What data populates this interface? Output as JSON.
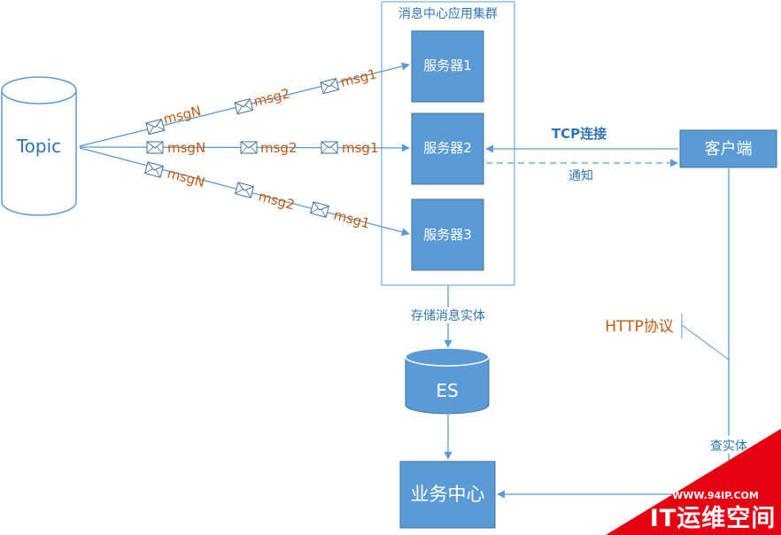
{
  "topic": {
    "label": "Topic"
  },
  "cluster": {
    "title": "消息中心应用集群",
    "servers": [
      "服务器1",
      "服务器2",
      "服务器3"
    ]
  },
  "messages": {
    "top": [
      "msgN",
      "msg2",
      "msg1"
    ],
    "middle": [
      "msgN",
      "msg2",
      "msg1"
    ],
    "bottom": [
      "msgN",
      "msg2",
      "msg1"
    ]
  },
  "client": {
    "label": "客户端",
    "tcp_label": "TCP连接",
    "notify_label": "通知",
    "http_label": "HTTP协议",
    "query_label": "查实体"
  },
  "storage": {
    "label": "ES",
    "store_label": "存储消息实体"
  },
  "business": {
    "label": "业务中心"
  },
  "watermark": {
    "url": "WWW.94IP.COM",
    "text": "IT运维空间"
  },
  "colors": {
    "box_fill": "#5b9bd5",
    "box_stroke": "#41719c",
    "line": "#5b9bd5",
    "msg_text": "#c55a11",
    "title_text": "#2e75b6",
    "watermark_red": "#e50012"
  }
}
